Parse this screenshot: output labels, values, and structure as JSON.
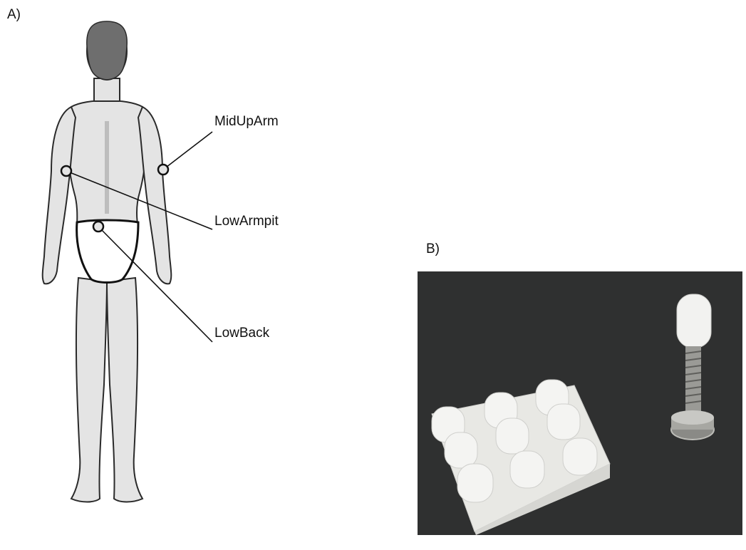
{
  "panels": {
    "a_label": "A)",
    "b_label": "B)"
  },
  "sites": {
    "mid_up_arm": "MidUpArm",
    "low_armpit": "LowArmpit",
    "low_back": "LowBack"
  },
  "colors": {
    "skin": "#e4e4e4",
    "hair": "#6e6e6e",
    "outline": "#2a2a2a",
    "photo_background": "#2f3030",
    "printed_part": "#f2f2f0"
  }
}
